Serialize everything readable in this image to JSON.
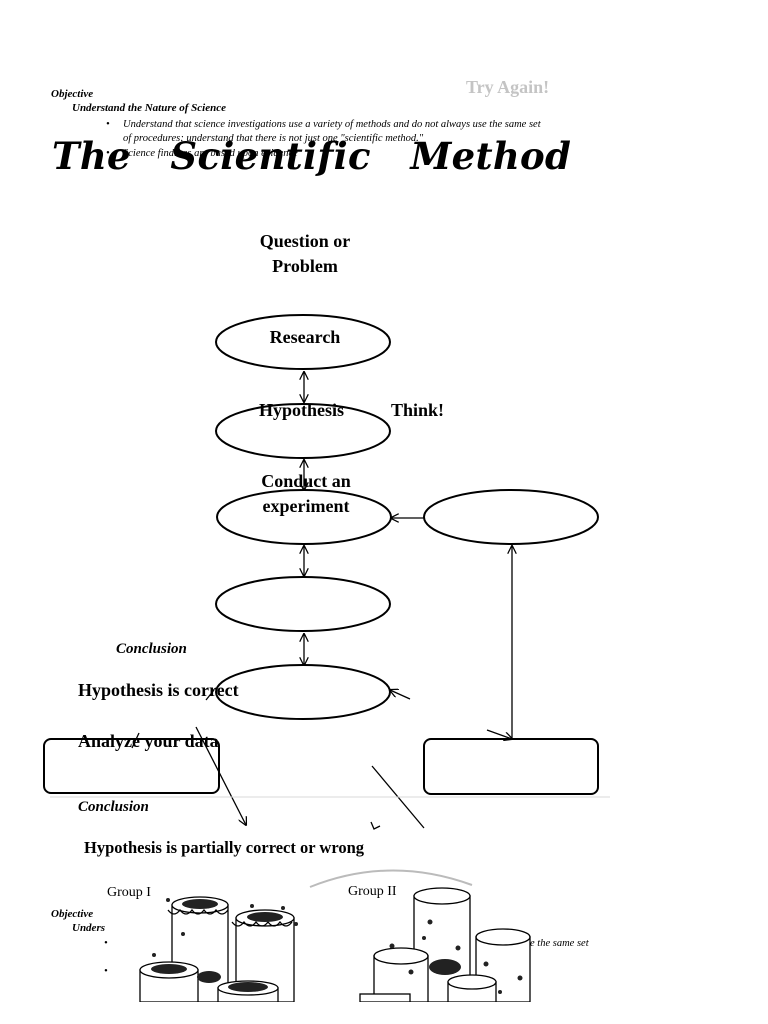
{
  "objective_top": {
    "heading": "Objective",
    "subheading": "Understand the Nature of Science",
    "bullet1_line1": "Understand that science investigations use a variety of methods and do not always use the same set",
    "bullet1_line2": "of procedures; understand that there is not just one \"scientific method.\"",
    "bullet2": "Science findings are based upon evidence"
  },
  "title": "The   Scientific   Method",
  "try_again": "Try Again!",
  "flowchart": {
    "question": "Question or Problem",
    "research": "Research",
    "hypothesis": "Hypothesis",
    "think": "Think!",
    "experiment": "Conduct an experiment",
    "conclusion1": "Conclusion",
    "correct": "Hypothesis is correct",
    "analyze": "Analyze your data",
    "conclusion2": "Conclusion",
    "partial": "Hypothesis is partially correct or wrong"
  },
  "figure": {
    "group1": "Group I",
    "group2": "Group II"
  },
  "objective_bottom": {
    "heading": "Objective",
    "subheading_fragment": "Unders",
    "bullet_fragment": "e the same set"
  }
}
